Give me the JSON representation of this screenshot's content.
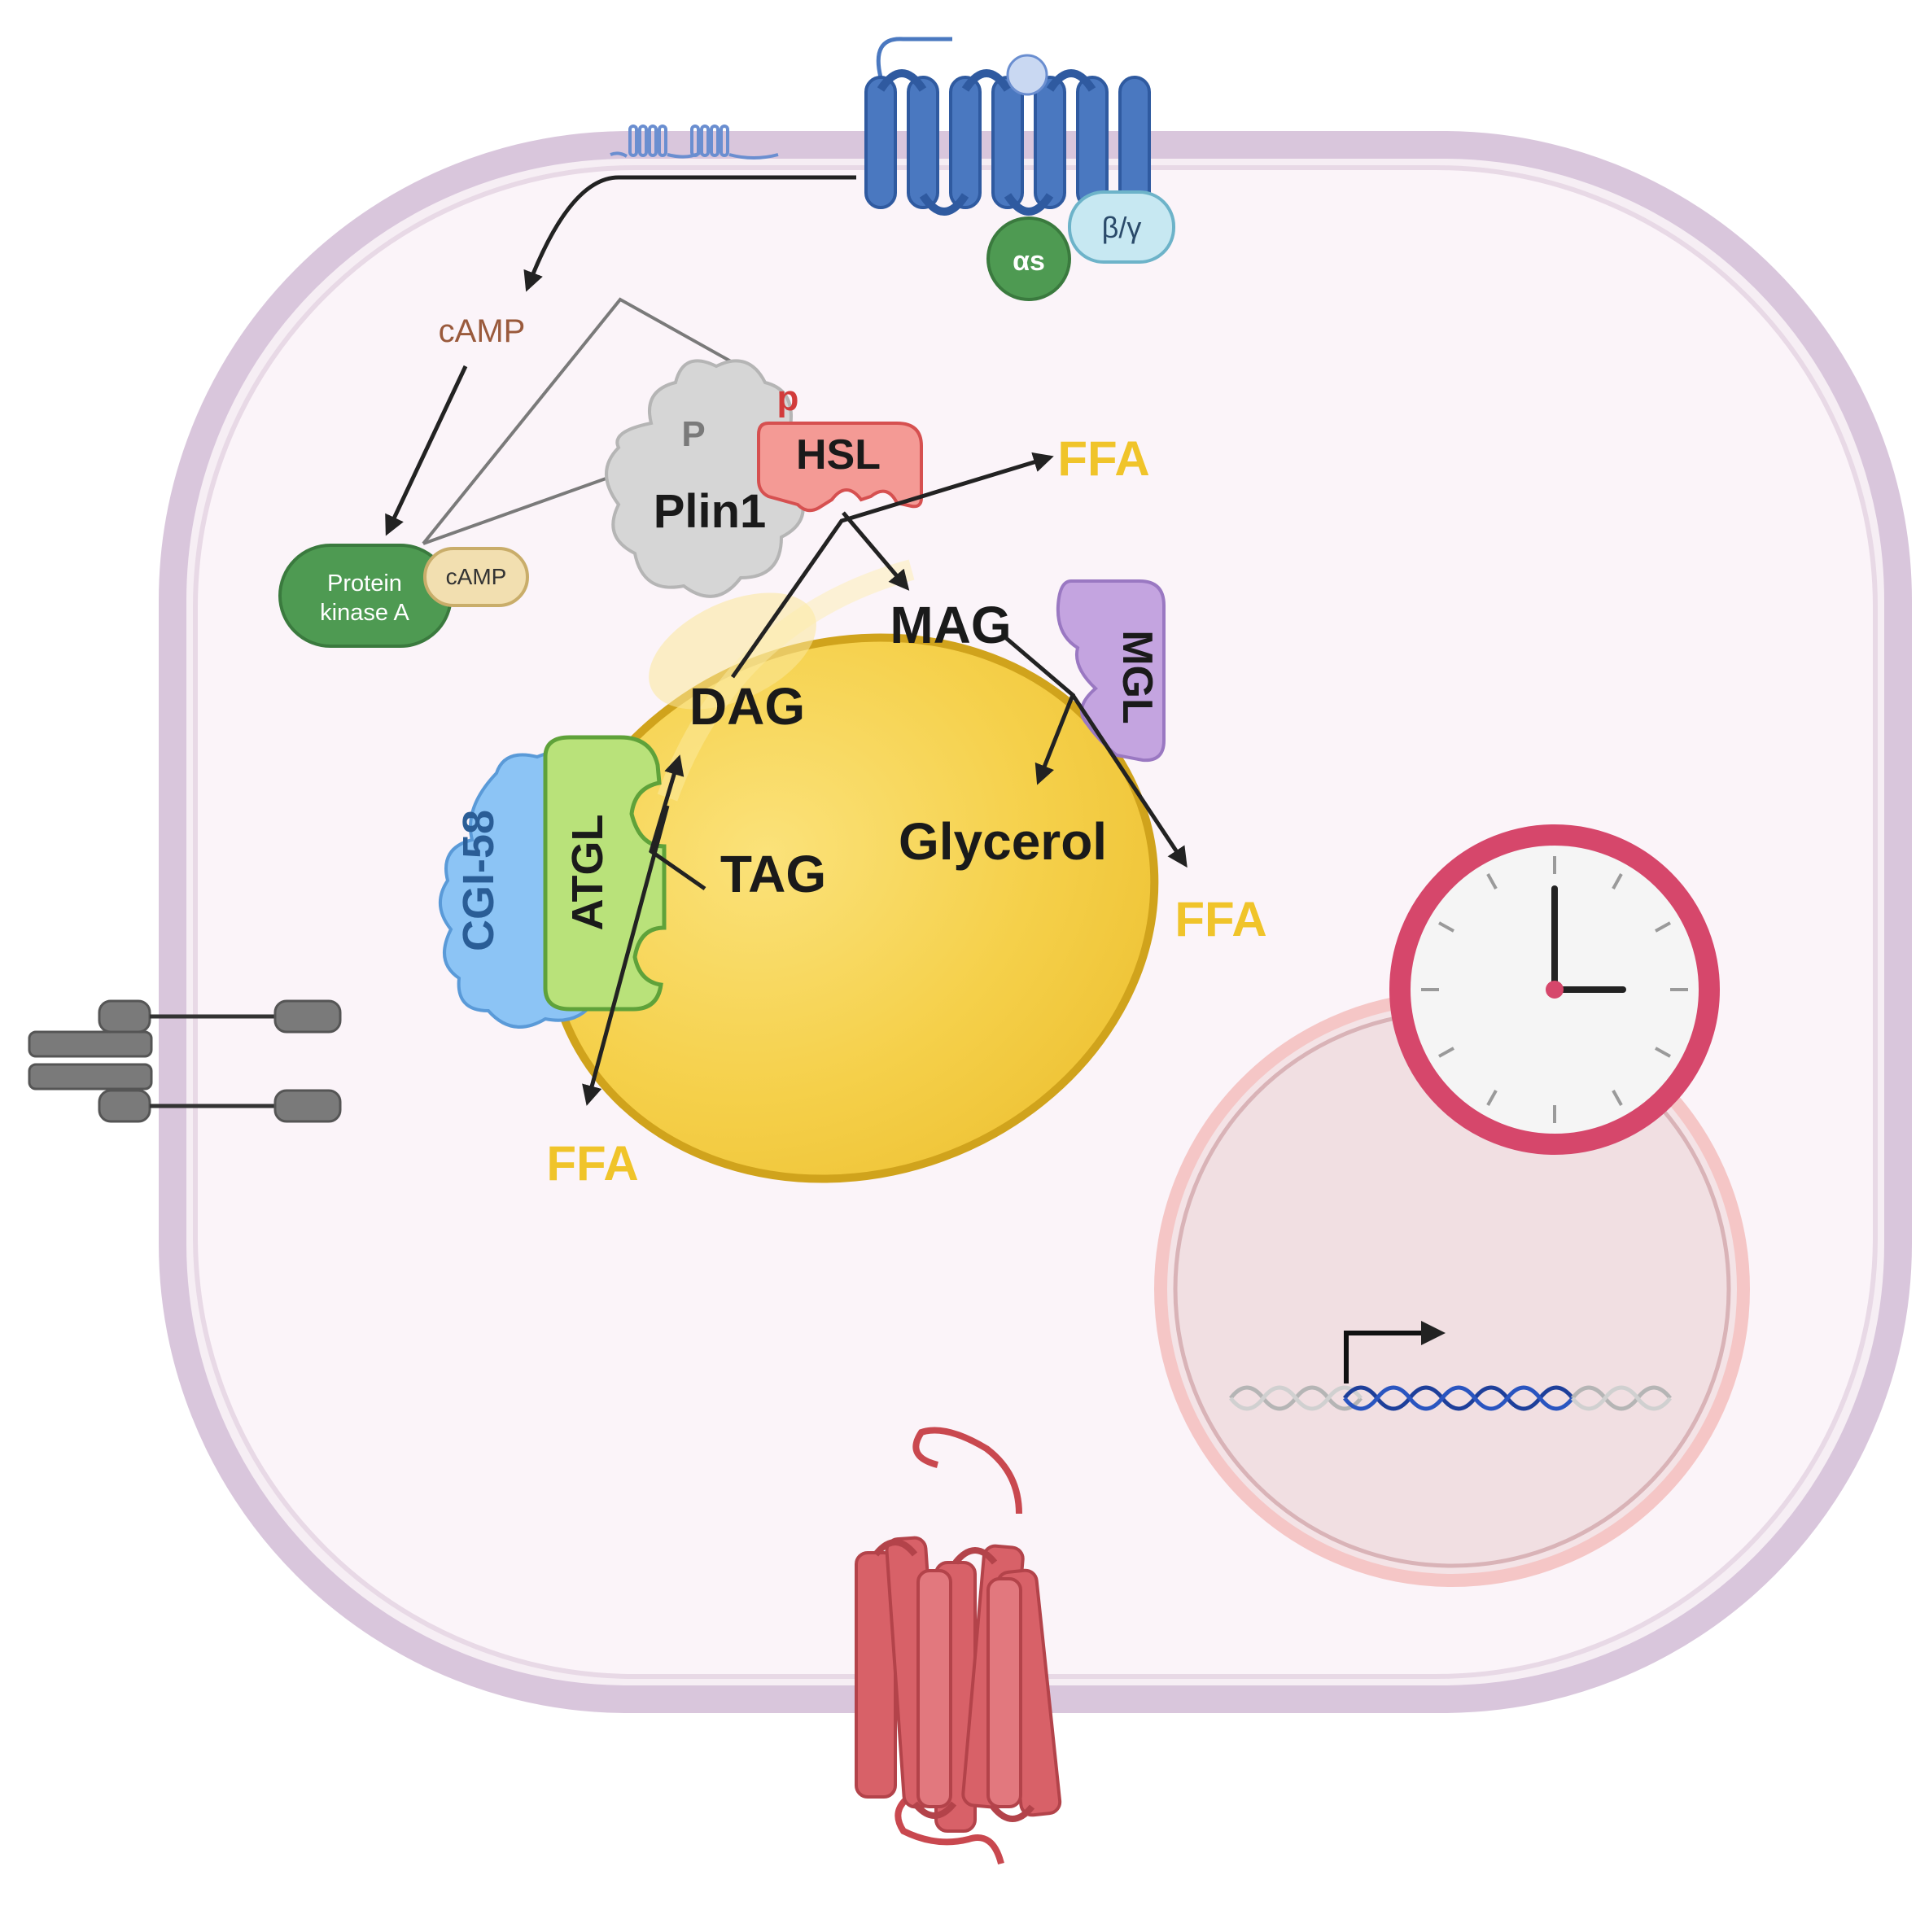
{
  "labels": {
    "camp_free": "cAMP",
    "pka_line1": "Protein",
    "pka_line2": "kinase A",
    "pka_camp": "cAMP",
    "alpha_s": "αs",
    "beta_gamma": "β/γ",
    "plin1": "Plin1",
    "plin1_p": "P",
    "hsl": "HSL",
    "hsl_p": "p",
    "mag": "MAG",
    "dag": "DAG",
    "tag": "TAG",
    "glycerol": "Glycerol",
    "mgl": "MGL",
    "atgl": "ATGL",
    "cgi58": "CGI-58",
    "ffa_top": "FFA",
    "ffa_right": "FFA",
    "ffa_bottom": "FFA"
  },
  "colors": {
    "membrane": "#d9c6dc",
    "cytoplasm": "#fbf4f9",
    "lipid_droplet": "#f4cf45",
    "lipid_droplet_edge": "#d0a31c",
    "ffa_text": "#f0c42a",
    "camp_text": "#9a5a3c",
    "phospho_text": "#d23b3b",
    "pka_green": "#4e9a52",
    "camp_tan": "#f2dfb0",
    "hsl_red": "#f49a95",
    "atgl_green": "#b9e27a",
    "cgi58_blue": "#8cc4f5",
    "mgl_purple": "#c4a4e0",
    "plin1_gray": "#d6d6d6",
    "gpcr_blue": "#4a78c0",
    "nucleus": "#f1dfe2",
    "clock_red": "#d6476b",
    "receptor_red": "#d86168"
  },
  "icons": {
    "gpcr": "gpcr-receptor-icon",
    "g_protein_alpha": "g-protein-alpha-icon",
    "g_protein_beta_gamma": "g-protein-beta-gamma-icon",
    "clock": "clock-icon",
    "dna": "dna-helix-icon",
    "transcription_start": "transcription-arrow-icon",
    "integrin": "integrin-receptor-icon",
    "seven_tm": "seven-transmembrane-receptor-icon",
    "small_gpcr": "small-gpcr-icon"
  }
}
